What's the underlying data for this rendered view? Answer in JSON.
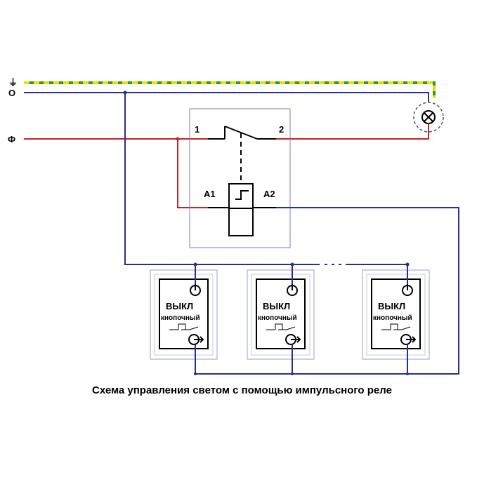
{
  "diagram": {
    "labels": {
      "ground": "⏚",
      "neutral": "O",
      "phase": "Ф",
      "terminal_1": "1",
      "terminal_2": "2",
      "terminal_a1": "A1",
      "terminal_a2": "A2"
    },
    "switches": [
      {
        "title": "ВЫКЛ",
        "subtitle": "кнопочный"
      },
      {
        "title": "ВЫКЛ",
        "subtitle": "кнопочный"
      },
      {
        "title": "ВЫКЛ",
        "subtitle": "кнопочный"
      }
    ],
    "caption": "Схема управления светом с помощью импульсного реле",
    "colors": {
      "neutral_wire": "#2a2f8f",
      "phase_wire": "#cc2222",
      "ground_green": "#2e9a2e",
      "ground_yellow": "#e8e000",
      "frame": "#7a7fb5",
      "lamp": "#555555"
    }
  }
}
